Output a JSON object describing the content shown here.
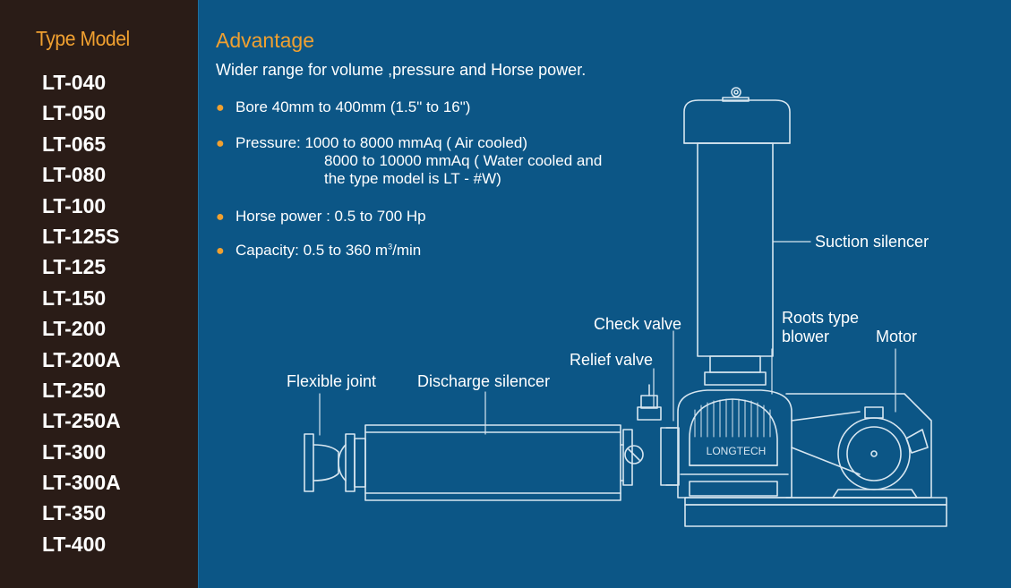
{
  "sidebar": {
    "title": "Type Model",
    "models": [
      "LT-040",
      "LT-050",
      "LT-065",
      "LT-080",
      "LT-100",
      "LT-125S",
      "LT-125",
      "LT-150",
      "LT-200",
      "LT-200A",
      "LT-250",
      "LT-250A",
      "LT-300",
      "LT-300A",
      "LT-350",
      "LT-400"
    ]
  },
  "main": {
    "title": "Advantage",
    "subtitle": "Wider range for volume ,pressure and Horse power.",
    "bullets": {
      "bore": "Bore 40mm to 400mm (1.5\" to 16\")",
      "pressure_line1": "Pressure: 1000 to 8000 mmAq ( Air cooled)",
      "pressure_line2": "8000 to 10000 mmAq ( Water cooled and",
      "pressure_line3": "the type model is LT - #W)",
      "horse_power": "Horse power : 0.5 to 700 Hp",
      "capacity_prefix": "Capacity: 0.5 to 360 m",
      "capacity_sup": "3",
      "capacity_suffix": "/min"
    }
  },
  "diagram": {
    "labels": {
      "suction_silencer": "Suction silencer",
      "check_valve": "Check valve",
      "roots_line1": "Roots type",
      "roots_line2": "blower",
      "motor": "Motor",
      "relief_valve": "Relief valve",
      "flexible_joint": "Flexible joint",
      "discharge_silencer": "Discharge silencer",
      "brand": "LONGTECH"
    },
    "line_color": "#d7e6f0"
  }
}
